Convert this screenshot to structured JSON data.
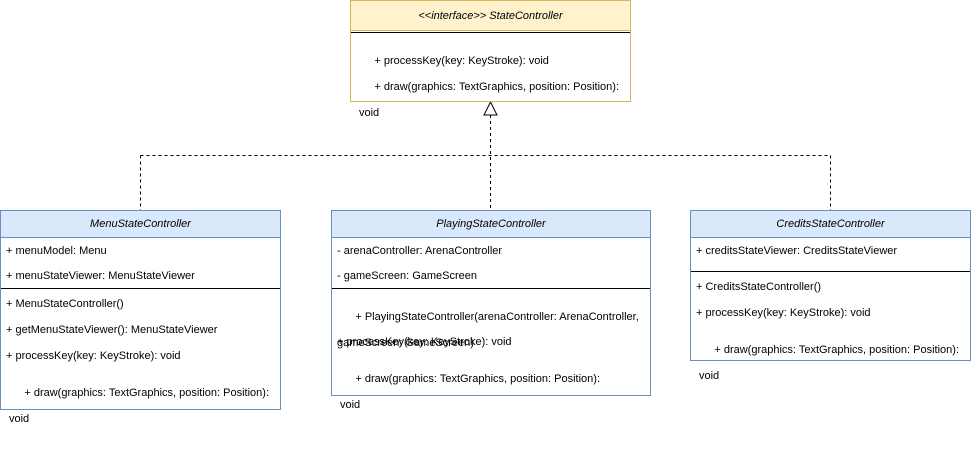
{
  "interface": {
    "title": "<<interface>> StateController",
    "operations": [
      [
        "+ processKey(key: KeyStroke): void"
      ],
      [
        "+ draw(graphics: TextGraphics, position: Position):",
        "void"
      ]
    ]
  },
  "classes": [
    {
      "name": "MenuStateController",
      "attributes": [
        [
          "+ menuModel: Menu"
        ],
        [
          "+ menuStateViewer: MenuStateViewer"
        ]
      ],
      "operations": [
        [
          "+ MenuStateController()"
        ],
        [
          "+ getMenuStateViewer(): MenuStateViewer"
        ],
        [
          "+ processKey(key: KeyStroke): void"
        ],
        [
          "+ draw(graphics: TextGraphics, position: Position):",
          "void"
        ]
      ]
    },
    {
      "name": "PlayingStateController",
      "attributes": [
        [
          "- arenaController: ArenaController"
        ],
        [
          "- gameScreen: GameScreen"
        ]
      ],
      "operations": [
        [
          "+ PlayingStateController(arenaController: ArenaController,",
          "gameScreen: GameScreen)"
        ],
        [
          "+ processKey(key: KeyStroke): void"
        ],
        [
          "+ draw(graphics: TextGraphics, position: Position):",
          "void"
        ]
      ]
    },
    {
      "name": "CreditsStateController",
      "attributes": [
        [
          "+ creditsStateViewer: CreditsStateViewer"
        ]
      ],
      "operations": [
        [
          "+ CreditsStateController()"
        ],
        [
          "+ processKey(key: KeyStroke): void"
        ],
        [
          "+ draw(graphics: TextGraphics, position: Position):",
          "void"
        ]
      ]
    }
  ],
  "colors": {
    "interface_fill": "#fff2cc",
    "interface_stroke": "#d6b656",
    "class_fill": "#dae8fc",
    "class_stroke": "#6c8ebf"
  }
}
